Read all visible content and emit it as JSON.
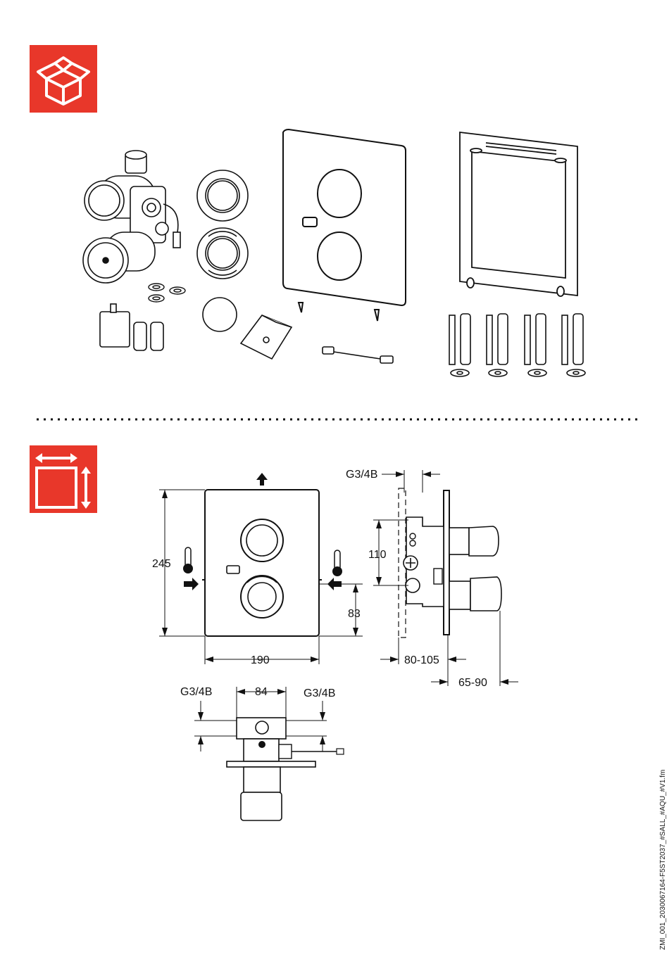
{
  "icons": {
    "contents_icon": "open-box-icon",
    "dimensions_icon": "dimensions-icon",
    "accent": "#e8372a"
  },
  "dimensions": {
    "g34b_side": "G3/4B",
    "d110": "110",
    "d245": "245",
    "d83": "83",
    "d190": "190",
    "d80_105": "80-105",
    "d65_90": "65-90",
    "g34b_left": "G3/4B",
    "d84": "84",
    "g34b_right": "G3/4B"
  },
  "doc_ref": "ZMI_001_2030067164-F5ST2037_#SALL_#AQU_#V1.fm"
}
